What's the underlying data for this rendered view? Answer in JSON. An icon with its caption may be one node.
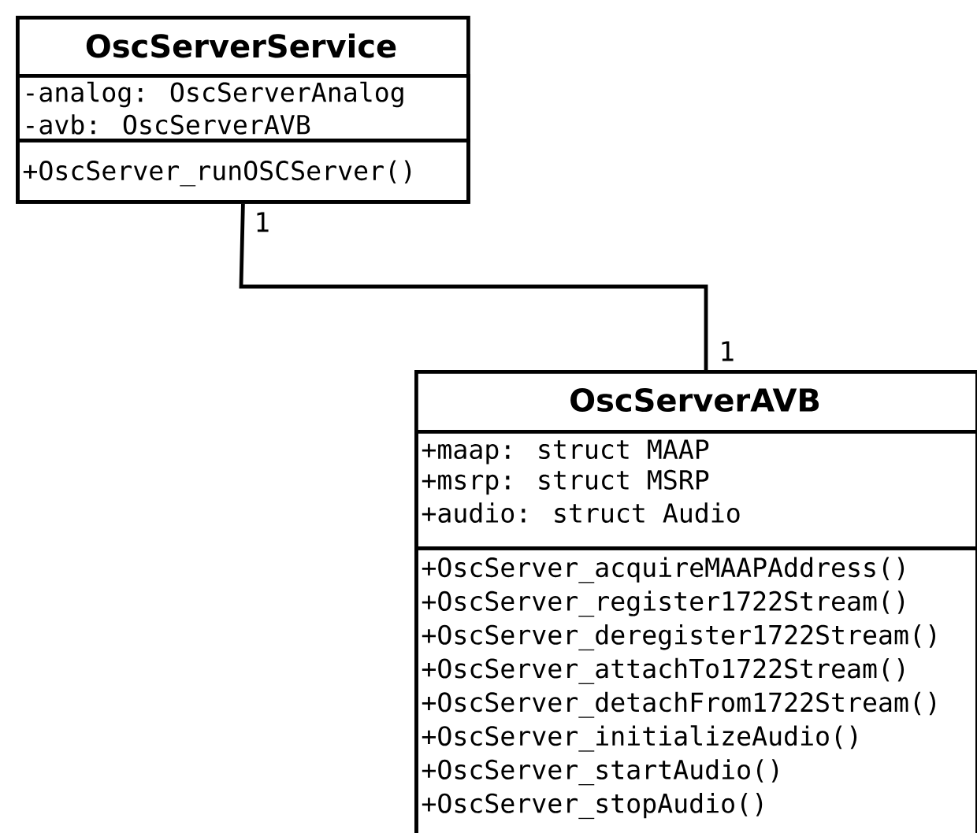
{
  "diagram": {
    "nodes": [
      {
        "text": [
          "OscServerService"
        ],
        "beside": [
          "1"
        ]
      },
      {
        "text": [
          "-analog: OscServerAnalog",
          "-avb: OscServerAVB"
        ],
        "in": 0
      },
      {
        "text": [
          "+OscServer_runOSCServer()"
        ],
        "in": 0
      },
      {
        "text": [
          "OscServerAVB"
        ],
        "beside": [
          "1"
        ]
      },
      {
        "text": [
          "+maap: struct MAAP",
          "+msrp: struct MSRP",
          "+audio: struct Audio"
        ],
        "in": 3
      },
      {
        "text": [
          "+OscServer_acquireMAAPAddress()",
          "+OscServer_register1722Stream()",
          "+OscServer_deregister1722Stream()",
          "+OscServer_attachTo1722Stream()",
          "+OscServer_detachFrom1722Stream()",
          "+OscServer_initializeAudio()",
          "+OscServer_startAudio()",
          "+OscServer_stopAudio()"
        ],
        "in": 3
      }
    ],
    "edges": [
      {
        "from": 0,
        "to": 3,
        "arrow": "none"
      }
    ]
  }
}
